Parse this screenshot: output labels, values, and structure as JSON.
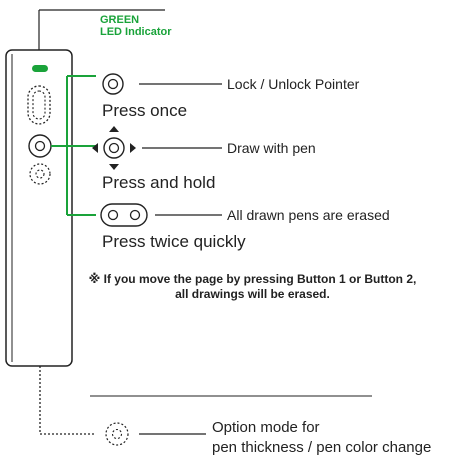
{
  "led": {
    "line1": "GREEN",
    "line2": "LED Indicator",
    "color": "#1aa33a"
  },
  "button1": {
    "label": "Lock / Unlock Pointer",
    "action": "Press once",
    "icon": "single-circle-button-icon"
  },
  "button_hold": {
    "label": "Draw with pen",
    "action": "Press and hold",
    "icon": "move-arrows-button-icon"
  },
  "button_double": {
    "label": "All drawn pens are erased",
    "action": "Press twice quickly",
    "icon": "double-circle-button-icon"
  },
  "note": {
    "line1": "※ If you move the page by pressing Button 1 or Button 2,",
    "line2": "all drawings will be erased."
  },
  "option": {
    "line1": "Option mode for",
    "line2": "pen thickness / pen color change",
    "icon": "dotted-circle-button-icon"
  },
  "colors": {
    "accent": "#1aa33a",
    "line": "#222222"
  }
}
